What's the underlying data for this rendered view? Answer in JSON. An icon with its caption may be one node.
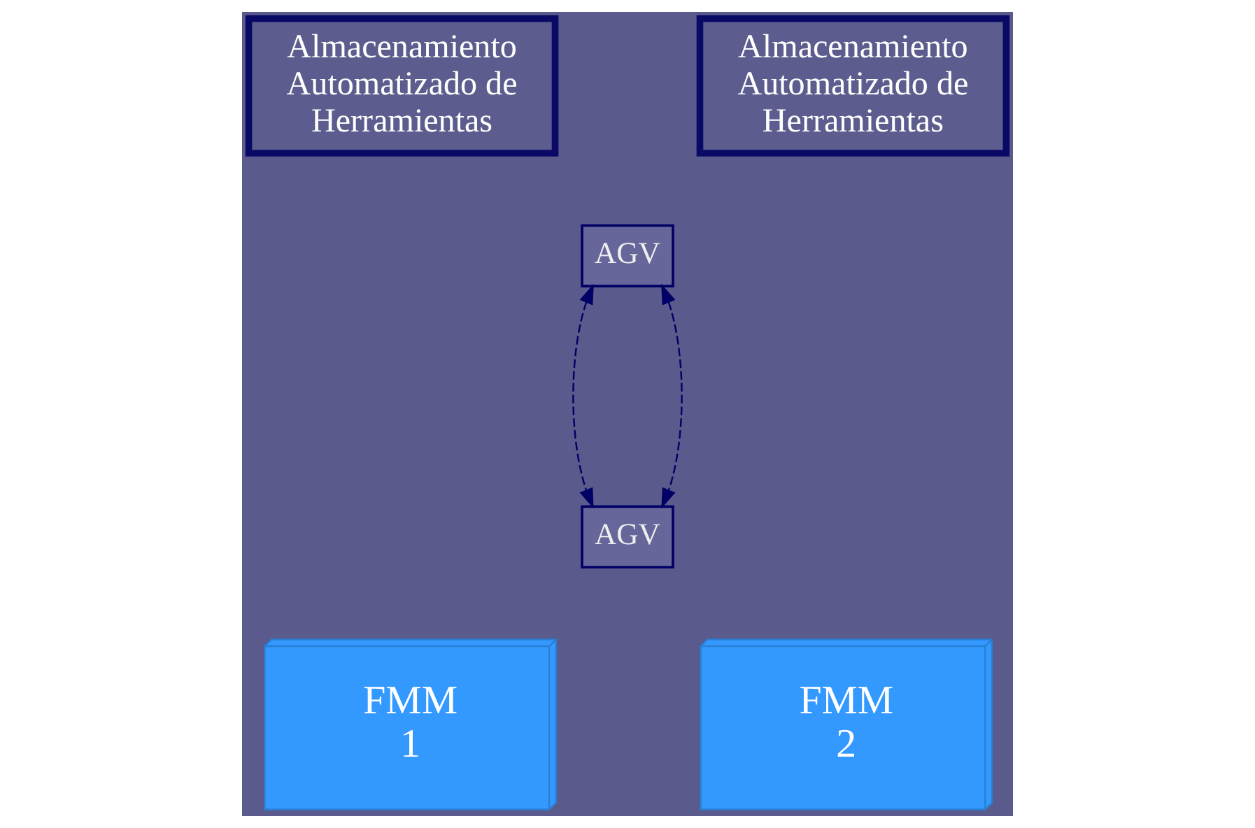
{
  "diagram": {
    "nodes": [
      {
        "text": [
          "Almacenamiento Automatizado de Herramientas"
        ]
      },
      {
        "text": [
          "Almacenamiento Automatizado de Herramientas"
        ]
      },
      {
        "text": [
          "AGV"
        ]
      },
      {
        "text": [
          "AGV"
        ]
      },
      {
        "text": [
          "FMM 1"
        ]
      },
      {
        "text": [
          "FMM 2"
        ]
      }
    ],
    "edges": [
      {
        "from": 2,
        "to": 3,
        "arrow": "both",
        "style": "dashed"
      },
      {
        "from": 2,
        "to": 3,
        "arrow": "both",
        "style": "dashed"
      }
    ]
  }
}
